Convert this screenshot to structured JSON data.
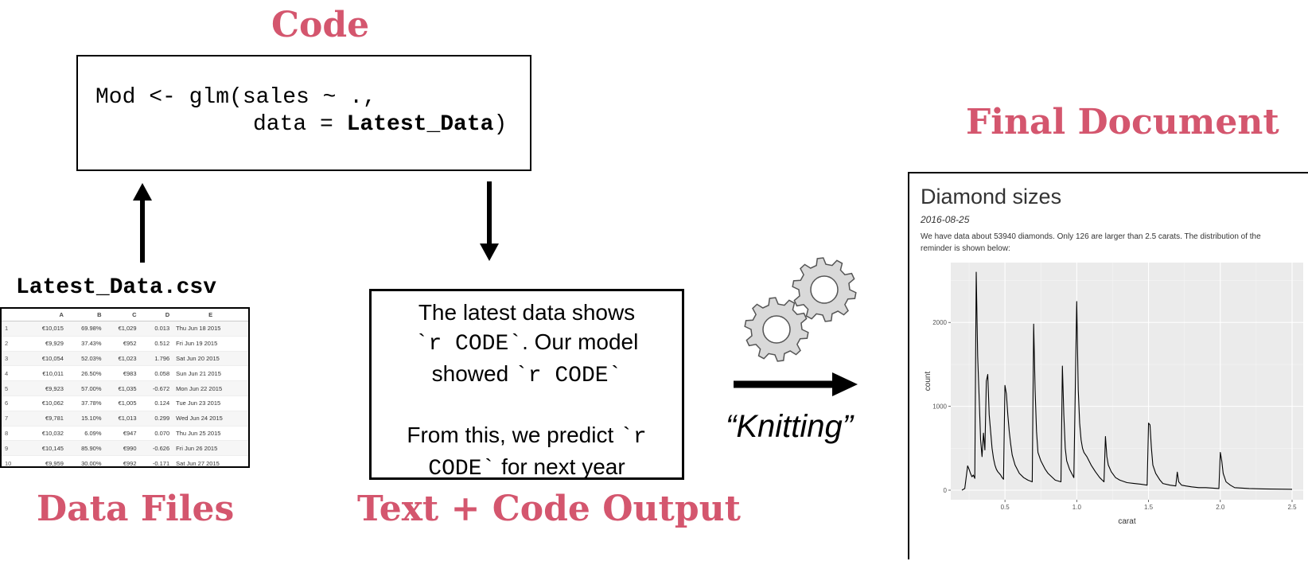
{
  "titles": {
    "code": "Code",
    "final_document": "Final Document",
    "data_files": "Data Files",
    "text_code_output": "Text + Code Output"
  },
  "code_box": {
    "line1": "Mod <- glm(sales ~ .,",
    "line2_prefix": "data = ",
    "line2_bold": "Latest_Data",
    "line2_suffix": ")"
  },
  "csv": {
    "filename": "Latest_Data.csv",
    "headers": [
      "",
      "A",
      "B",
      "C",
      "D",
      "E"
    ],
    "rows": [
      [
        "1",
        "€10,015",
        "69.98%",
        "€1,029",
        "0.013",
        "Thu Jun 18 2015"
      ],
      [
        "2",
        "€9,929",
        "37.43%",
        "€952",
        "0.512",
        "Fri Jun 19 2015"
      ],
      [
        "3",
        "€10,054",
        "52.03%",
        "€1,023",
        "1.796",
        "Sat Jun 20 2015"
      ],
      [
        "4",
        "€10,011",
        "26.50%",
        "€983",
        "0.058",
        "Sun Jun 21 2015"
      ],
      [
        "5",
        "€9,923",
        "57.00%",
        "€1,035",
        "-0.672",
        "Mon Jun 22 2015"
      ],
      [
        "6",
        "€10,062",
        "37.78%",
        "€1,005",
        "0.124",
        "Tue Jun 23 2015"
      ],
      [
        "7",
        "€9,781",
        "15.10%",
        "€1,013",
        "0.299",
        "Wed Jun 24 2015"
      ],
      [
        "8",
        "€10,032",
        "6.09%",
        "€947",
        "0.070",
        "Thu Jun 25 2015"
      ],
      [
        "9",
        "€10,145",
        "85.90%",
        "€990",
        "-0.626",
        "Fri Jun 26 2015"
      ],
      [
        "10",
        "€9,959",
        "30.00%",
        "€992",
        "-0.171",
        "Sat Jun 27 2015"
      ]
    ]
  },
  "text_box": {
    "l1": "The latest data shows",
    "l2_code": "`r CODE`",
    "l2_text": ". Our model",
    "l3_text": "showed ",
    "l3_code": "`r CODE`",
    "l4_text": "From this, we predict ",
    "l4_code": "`r",
    "l5_code": "CODE`",
    "l5_text": " for next year"
  },
  "knitting_label": "“Knitting”",
  "document": {
    "title": "Diamond sizes",
    "date": "2016-08-25",
    "paragraph": "We have data about 53940 diamonds. Only 126 are larger than 2.5 carats. The distribution of the reminder is shown below:"
  },
  "colors": {
    "accent_title": "#d4566e",
    "plot_panel": "#ebebeb",
    "gear_fill": "#d9d9d9"
  },
  "chart_data": {
    "type": "line",
    "xlabel": "carat",
    "ylabel": "count",
    "xlim": [
      0.2,
      2.5
    ],
    "ylim": [
      0,
      2600
    ],
    "xticks": [
      0.5,
      1.0,
      1.5,
      2.0,
      2.5
    ],
    "xtick_labels": [
      "0.5",
      "1.0",
      "1.5",
      "2.0",
      "2.5"
    ],
    "yticks": [
      0,
      1000,
      2000
    ],
    "ytick_labels": [
      "0",
      "1000",
      "2000"
    ],
    "grid": true,
    "x": [
      0.2,
      0.22,
      0.24,
      0.25,
      0.26,
      0.27,
      0.28,
      0.29,
      0.3,
      0.31,
      0.32,
      0.33,
      0.34,
      0.35,
      0.36,
      0.37,
      0.38,
      0.39,
      0.4,
      0.41,
      0.42,
      0.43,
      0.44,
      0.45,
      0.46,
      0.47,
      0.48,
      0.49,
      0.5,
      0.51,
      0.52,
      0.53,
      0.54,
      0.55,
      0.57,
      0.6,
      0.63,
      0.66,
      0.69,
      0.7,
      0.71,
      0.72,
      0.73,
      0.75,
      0.78,
      0.8,
      0.85,
      0.89,
      0.9,
      0.91,
      0.92,
      0.93,
      0.95,
      0.98,
      1.0,
      1.01,
      1.02,
      1.03,
      1.04,
      1.05,
      1.07,
      1.1,
      1.13,
      1.16,
      1.19,
      1.2,
      1.21,
      1.22,
      1.24,
      1.27,
      1.3,
      1.35,
      1.4,
      1.45,
      1.49,
      1.5,
      1.51,
      1.52,
      1.53,
      1.55,
      1.58,
      1.6,
      1.65,
      1.69,
      1.7,
      1.71,
      1.73,
      1.76,
      1.8,
      1.85,
      1.9,
      1.95,
      1.99,
      2.0,
      2.01,
      2.02,
      2.04,
      2.07,
      2.1,
      2.2,
      2.3,
      2.4,
      2.5
    ],
    "y": [
      0,
      20,
      290,
      250,
      200,
      160,
      180,
      140,
      2600,
      1600,
      1100,
      600,
      400,
      680,
      480,
      1300,
      1380,
      900,
      700,
      500,
      380,
      300,
      250,
      220,
      200,
      180,
      150,
      130,
      1250,
      1150,
      900,
      700,
      550,
      420,
      300,
      200,
      150,
      120,
      100,
      1980,
      1200,
      700,
      450,
      350,
      250,
      200,
      120,
      100,
      1480,
      900,
      500,
      350,
      250,
      150,
      2250,
      1200,
      800,
      600,
      500,
      450,
      400,
      300,
      220,
      150,
      100,
      640,
      400,
      300,
      220,
      150,
      120,
      90,
      80,
      70,
      60,
      800,
      780,
      500,
      300,
      200,
      120,
      80,
      60,
      50,
      215,
      100,
      60,
      50,
      40,
      30,
      30,
      25,
      20,
      450,
      350,
      200,
      100,
      60,
      30,
      20,
      15,
      12,
      10
    ]
  }
}
